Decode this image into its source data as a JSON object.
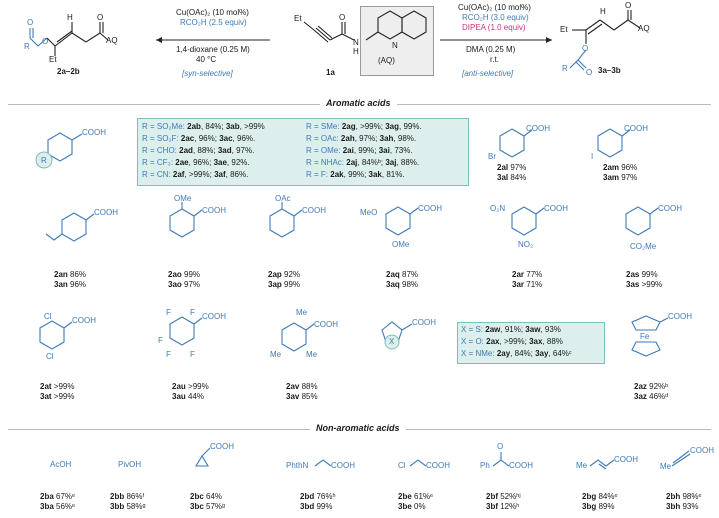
{
  "scheme": {
    "left_conditions": [
      "Cu(OAc)₂ (10 mol%)",
      "RCO₂H (2.5 equiv)",
      "1,4-dioxane (0.25 M)",
      "40 °C"
    ],
    "left_selectivity": "[syn-selective]",
    "right_conditions": [
      "Cu(OAc)₂ (10 mol%)",
      "RCO₂H (3.0 equiv)",
      "DIPEA (1.0 equiv)",
      "DMA (0.25 M)",
      "r.t."
    ],
    "right_selectivity": "[anti-selective]",
    "substrate_label": "1a",
    "aq_label": "(AQ)",
    "left_product_label": "2a–2b",
    "right_product_label": "3a–3b",
    "atoms": {
      "et": "Et",
      "h": "H",
      "o": "O",
      "aq": "AQ",
      "n": "N",
      "nh": "H",
      "r": "R"
    }
  },
  "section_aromatic": "Aromatic acids",
  "section_nonaromatic": "Non-aromatic acids",
  "r_box": {
    "col1": [
      {
        "r": "R = SO₂Me:",
        "a": "2ab",
        "ay": "84%;",
        "b": "3ab",
        "by": ">99%"
      },
      {
        "r": "R = SO₂F:",
        "a": "2ac",
        "ay": "96%;",
        "b": "3ac",
        "by": "96%."
      },
      {
        "r": "R = CHO:",
        "a": "2ad",
        "ay": "88%;",
        "b": "3ad",
        "by": "97%."
      },
      {
        "r": "R = CF₃:",
        "a": "2ae",
        "ay": "96%;",
        "b": "3ae",
        "by": "92%."
      },
      {
        "r": "R = CN:",
        "a": "2af",
        "ay": ">99%;",
        "b": "3af",
        "by": "86%."
      }
    ],
    "col2": [
      {
        "r": "R = SMe:",
        "a": "2ag",
        "ay": ">99%;",
        "b": "3ag",
        "by": "99%."
      },
      {
        "r": "R = OAc:",
        "a": "2ah",
        "ay": "97%;",
        "b": "3ah",
        "by": "98%."
      },
      {
        "r": "R = OMe:",
        "a": "2ai",
        "ay": "99%;",
        "b": "3ai",
        "by": "73%."
      },
      {
        "r": "R = NHAc:",
        "a": "2aj",
        "ay": "84%ᵇ;",
        "b": "3aj",
        "by": "88%."
      },
      {
        "r": "R = F:",
        "a": "2ak",
        "ay": "99%;",
        "b": "3ak",
        "by": "81%."
      }
    ]
  },
  "x_box": [
    {
      "r": "X = S:",
      "a": "2aw",
      "ay": "91%;",
      "b": "3aw",
      "by": "93%"
    },
    {
      "r": "X = O:",
      "a": "2ax",
      "ay": ">99%;",
      "b": "3ax",
      "by": "88%"
    },
    {
      "r": "X = NMe:",
      "a": "2ay",
      "ay": "84%;",
      "b": "3ay",
      "by": "64%ᶜ"
    }
  ],
  "aromatic": [
    {
      "sub": "COOH",
      "extra": "Br",
      "a": "2al",
      "ay": "97%",
      "b": "3al",
      "by": "84%"
    },
    {
      "sub": "COOH",
      "extra": "I",
      "a": "2am",
      "ay": "96%",
      "b": "3am",
      "by": "97%"
    },
    {
      "sub": "COOH",
      "extra": "",
      "a": "2an",
      "ay": "86%",
      "b": "3an",
      "by": "96%"
    },
    {
      "sub": "COOH",
      "extra": "OMe",
      "a": "2ao",
      "ay": "99%",
      "b": "3ao",
      "by": "97%"
    },
    {
      "sub": "COOH",
      "extra": "OAc",
      "a": "2ap",
      "ay": "92%",
      "b": "3ap",
      "by": "99%"
    },
    {
      "sub": "COOH",
      "extra": "MeO",
      "extra2": "OMe",
      "a": "2aq",
      "ay": "87%",
      "b": "3aq",
      "by": "98%"
    },
    {
      "sub": "COOH",
      "extra": "O₂N",
      "extra2": "NO₂",
      "a": "2ar",
      "ay": "77%",
      "b": "3ar",
      "by": "71%"
    },
    {
      "sub": "COOH",
      "extra": "CO₂Me",
      "a": "2as",
      "ay": "99%",
      "b": "3as",
      "by": ">99%"
    },
    {
      "sub": "COOH",
      "extra": "Cl",
      "extra2": "Cl",
      "a": "2at",
      "ay": ">99%",
      "b": "3at",
      "by": ">99%"
    },
    {
      "sub": "COOH",
      "extra": "F",
      "a": "2au",
      "ay": ">99%",
      "b": "3au",
      "by": "44%"
    },
    {
      "sub": "COOH",
      "extra": "Me",
      "a": "2av",
      "ay": "88%",
      "b": "3av",
      "by": "85%"
    },
    {
      "sub": "COOH",
      "extra": "X",
      "a": "",
      "ay": "",
      "b": "",
      "by": ""
    },
    {
      "sub": "COOH",
      "extra": "Fe",
      "a": "2az",
      "ay": "92%ᵇ",
      "b": "3az",
      "by": "46%ᵈ"
    }
  ],
  "nonaromatic": [
    {
      "name": "AcOH",
      "a": "2ba",
      "ay": "67%ᵉ",
      "b": "3ba",
      "by": "56%ᵉ"
    },
    {
      "name": "PivOH",
      "a": "2bb",
      "ay": "86%ᶠ",
      "b": "3bb",
      "by": "58%ᵍ"
    },
    {
      "name": "COOH",
      "a": "2bc",
      "ay": "64%",
      "b": "3bc",
      "by": "57%ᵍ"
    },
    {
      "name": "PhthN",
      "name2": "COOH",
      "a": "2bd",
      "ay": "76%ʰ",
      "b": "3bd",
      "by": "99%"
    },
    {
      "name": "Cl",
      "name2": "COOH",
      "a": "2be",
      "ay": "61%ᵉ",
      "b": "3be",
      "by": "0%"
    },
    {
      "name": "Ph",
      "name2": "COOH",
      "name3": "O",
      "a": "2bf",
      "ay": "52%ʰʲ",
      "b": "3bf",
      "by": "12%ʰ"
    },
    {
      "name": "Me",
      "name2": "COOH",
      "a": "2bg",
      "ay": "84%ᵉ",
      "b": "3bg",
      "by": "89%"
    },
    {
      "name": "Me",
      "name2": "COOH",
      "a": "2bh",
      "ay": "98%ᵉ",
      "b": "3bh",
      "by": "93%"
    }
  ]
}
